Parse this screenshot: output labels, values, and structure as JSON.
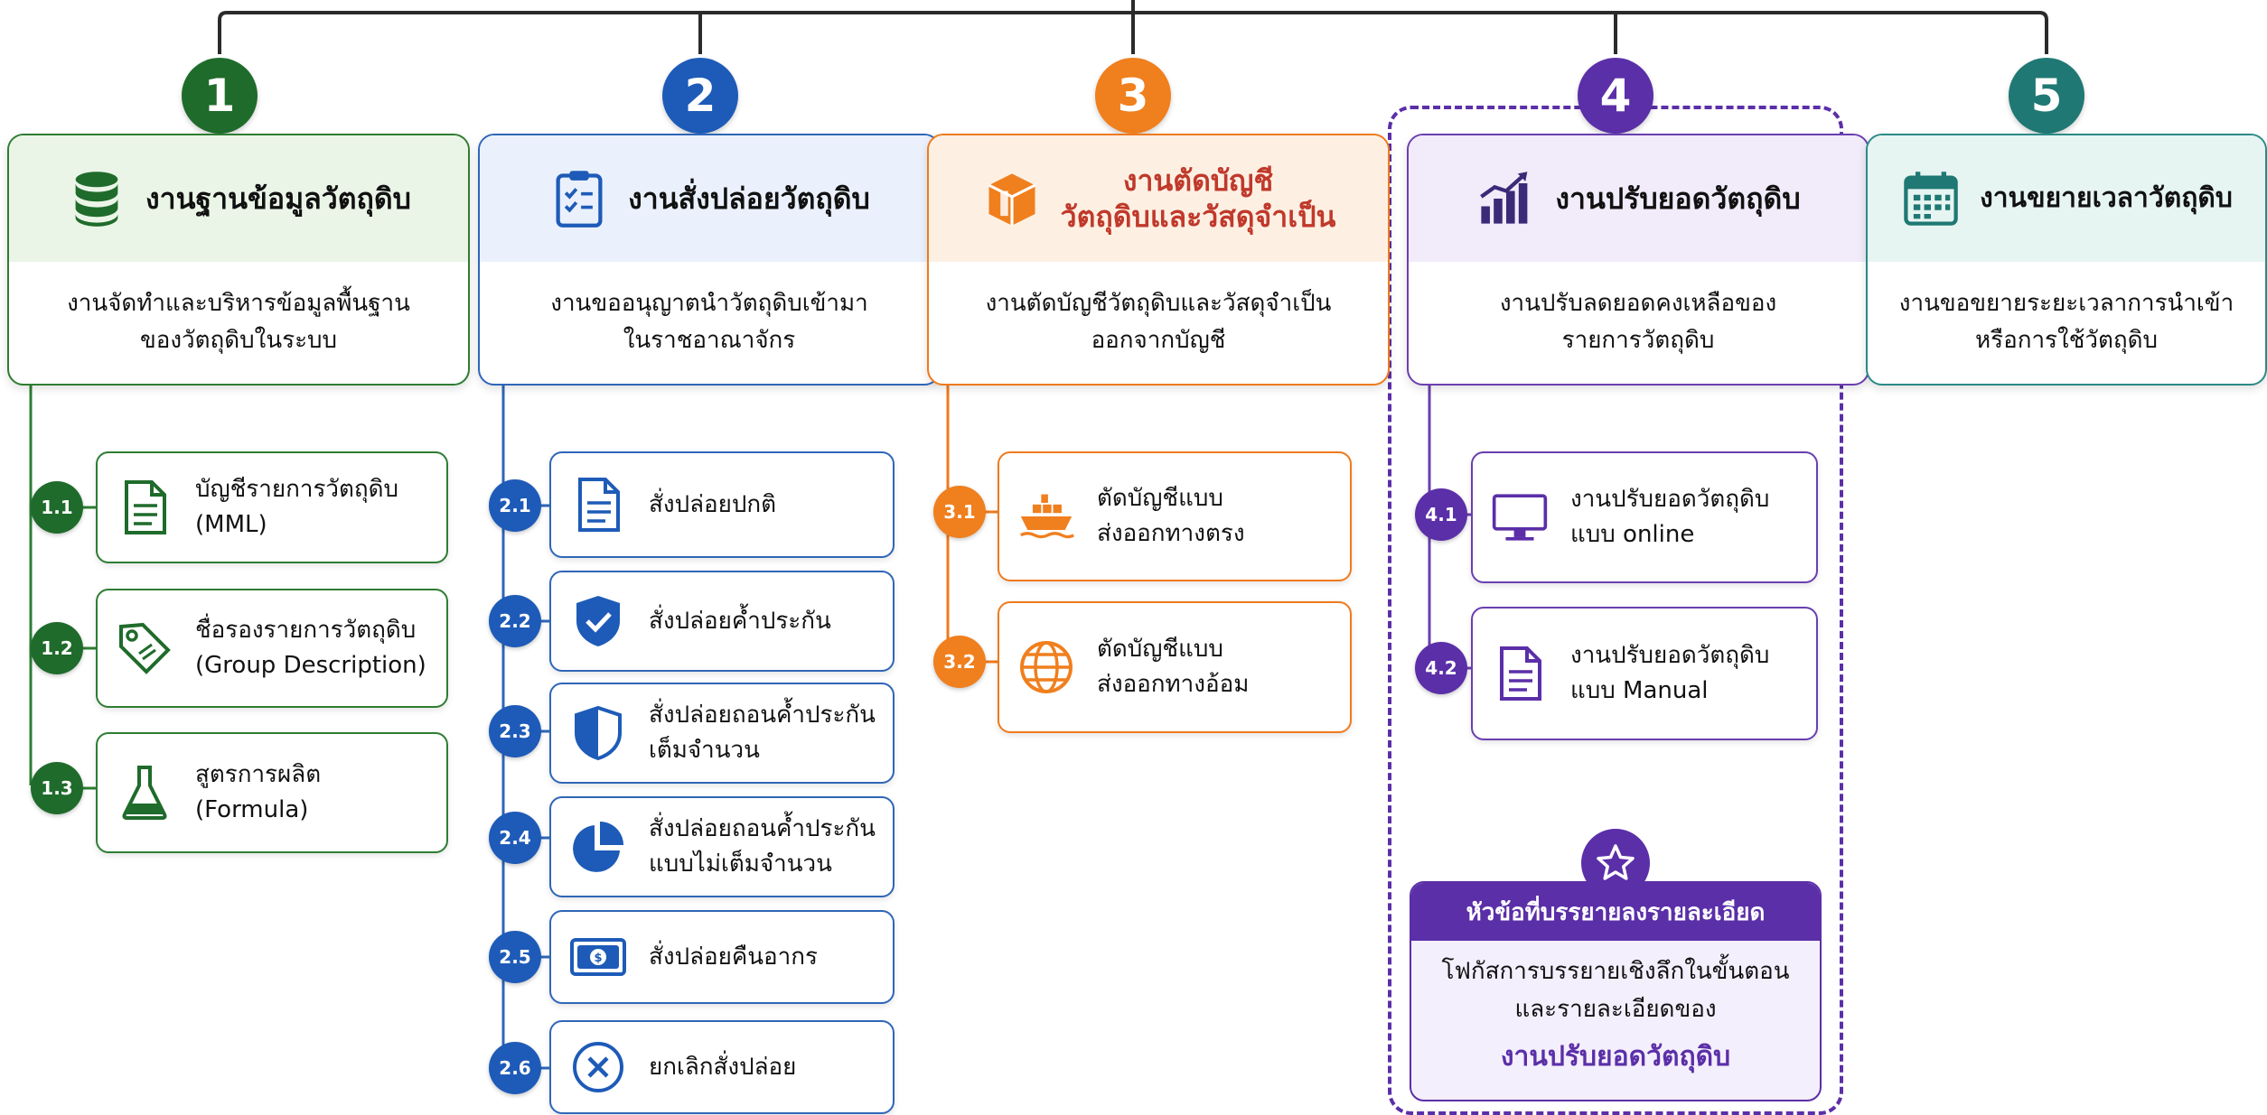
{
  "categories": [
    {
      "num": "1",
      "title": "งานฐานข้อมูลวัตถุดิบ",
      "desc": "งานจัดทำและบริหารข้อมูลพื้นฐาน ของวัตถุดิบในระบบ",
      "icon": "database-icon",
      "items": [
        {
          "num": "1.1",
          "label": "บัญชีรายการวัตถุดิบ (MML)",
          "icon": "document-icon"
        },
        {
          "num": "1.2",
          "label": "ชื่อรองรายการวัตถุดิบ (Group Description)",
          "icon": "tag-icon"
        },
        {
          "num": "1.3",
          "label": "สูตรการผลิต (Formula)",
          "icon": "flask-icon"
        }
      ]
    },
    {
      "num": "2",
      "title": "งานสั่งปล่อยวัตถุดิบ",
      "desc": "งานขออนุญาตนำวัตถุดิบเข้ามา ในราชอาณาจักร",
      "icon": "clipboard-checklist-icon",
      "items": [
        {
          "num": "2.1",
          "label": "สั่งปล่อยปกติ",
          "icon": "document-icon"
        },
        {
          "num": "2.2",
          "label": "สั่งปล่อยค้ำประกัน",
          "icon": "shield-check-icon"
        },
        {
          "num": "2.3",
          "label": "สั่งปล่อยถอนค้ำประกัน เต็มจำนวน",
          "icon": "shield-half-icon"
        },
        {
          "num": "2.4",
          "label": "สั่งปล่อยถอนค้ำประกัน แบบไม่เต็มจำนวน",
          "icon": "pie-chart-icon"
        },
        {
          "num": "2.5",
          "label": "สั่งปล่อยคืนอากร",
          "icon": "money-icon"
        },
        {
          "num": "2.6",
          "label": "ยกเลิกสั่งปล่อย",
          "icon": "cancel-icon"
        }
      ]
    },
    {
      "num": "3",
      "title": "งานตัดบัญชี วัตถุดิบและวัสดุจำเป็น",
      "desc": "งานตัดบัญชีวัตถุดิบและวัสดุจำเป็น ออกจากบัญชี",
      "icon": "box-icon",
      "items": [
        {
          "num": "3.1",
          "label": "ตัดบัญชีแบบ ส่งออกทางตรง",
          "icon": "ship-icon"
        },
        {
          "num": "3.2",
          "label": "ตัดบัญชีแบบ ส่งออกทางอ้อม",
          "icon": "globe-icon"
        }
      ]
    },
    {
      "num": "4",
      "title": "งานปรับยอดวัตถุดิบ",
      "desc": "งานปรับลดยอดคงเหลือของ รายการวัตถุดิบ",
      "icon": "bar-chart-trend-icon",
      "items": [
        {
          "num": "4.1",
          "label": "งานปรับยอดวัตถุดิบ แบบ online",
          "icon": "monitor-icon"
        },
        {
          "num": "4.2",
          "label": "งานปรับยอดวัตถุดิบ แบบ Manual",
          "icon": "document-icon"
        }
      ]
    },
    {
      "num": "5",
      "title": "งานขยายเวลาวัตถุดิบ",
      "desc": "งานขอขยายระยะเวลาการนำเข้า หรือการใช้วัตถุดิบ",
      "icon": "calendar-icon",
      "items": []
    }
  ],
  "focus": {
    "title": "หัวข้อที่บรรยายลงรายละเอียด",
    "desc": "โฟกัสการบรรยายเชิงลึกในขั้นตอน และรายละเอียดของ",
    "emphasis": "งานปรับยอดวัตถุดิบ",
    "icon": "star-icon"
  },
  "colors": {
    "green": "#1f6b2b",
    "blue": "#1e5bb8",
    "orange": "#f07f1e",
    "purple": "#5b2fa8",
    "teal": "#1f7873"
  }
}
